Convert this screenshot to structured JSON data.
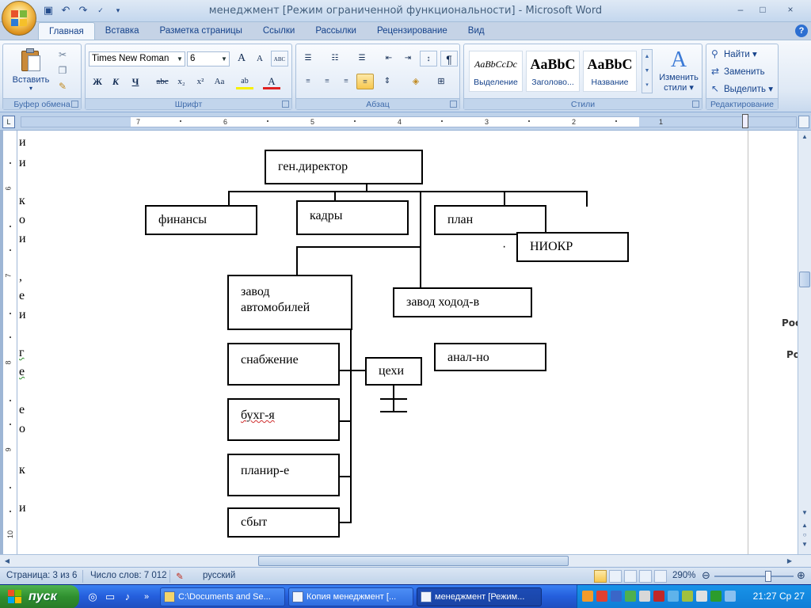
{
  "app": {
    "title": "менеджмент [Режим ограниченной функциональности] - Microsoft Word",
    "window_controls": [
      "–",
      "□",
      "×"
    ],
    "help_label": "?"
  },
  "quick_access": [
    "save-icon",
    "undo-icon",
    "redo-icon",
    "spelling-icon",
    "customize-icon"
  ],
  "tabs": [
    {
      "label": "Главная",
      "active": true
    },
    {
      "label": "Вставка"
    },
    {
      "label": "Разметка страницы"
    },
    {
      "label": "Ссылки"
    },
    {
      "label": "Рассылки"
    },
    {
      "label": "Рецензирование"
    },
    {
      "label": "Вид"
    }
  ],
  "ribbon": {
    "clipboard": {
      "label": "Буфер обмена",
      "paste_label": "Вставить"
    },
    "font": {
      "label": "Шрифт",
      "font_name": "Times New Roman",
      "font_size": "6",
      "grow": "A",
      "shrink": "A",
      "clear": "ABC",
      "bold": "Ж",
      "italic": "К",
      "underline": "Ч",
      "strike": "abc",
      "sub": "x₂",
      "sup": "x²",
      "case": "Aa",
      "highlight": "ab",
      "color": "A"
    },
    "paragraph": {
      "label": "Абзац",
      "pilcrow": "¶"
    },
    "styles": {
      "label": "Стили",
      "items": [
        {
          "sample": "AaBbCcDc",
          "name": "Выделение"
        },
        {
          "sample": "AaBbC",
          "name": "Заголово..."
        },
        {
          "sample": "AaBbC",
          "name": "Название"
        }
      ],
      "change_label_1": "Изменить",
      "change_label_2": "стили"
    },
    "editing": {
      "label": "Редактирование",
      "find": "Найти",
      "replace": "Заменить",
      "select": "Выделить"
    }
  },
  "ruler": {
    "corner": "L",
    "numbers": [
      "7",
      "6",
      "5",
      "4",
      "3",
      "2",
      "1"
    ],
    "vnumbers": [
      "6",
      "7",
      "8",
      "9",
      "10"
    ]
  },
  "document": {
    "side_letters": [
      "и",
      "и",
      "к",
      "о",
      "и",
      ",",
      "е",
      "и",
      "г",
      "е",
      "е",
      "о",
      "к",
      "и"
    ],
    "right_fragments": [
      "Рос",
      "Ро"
    ],
    "diagram": {
      "boxes": {
        "ceo": "ген.директор",
        "finance": "финансы",
        "hr": "кадры",
        "plan": "план",
        "rnd": "НИОКР",
        "auto_plant": "завод",
        "auto_plant_2": "автомобилей",
        "walk_plant": "завод ходод-в",
        "supply": "снабжение",
        "workshops": "цехи",
        "analog": "анал-но",
        "accounting": "бухг-я",
        "planning": "планир-е",
        "sales": "сбыт"
      },
      "dot": "·"
    }
  },
  "status": {
    "page": "Страница: 3 из 6",
    "words": "Число слов: 7 012",
    "language": "русский",
    "zoom": "290%"
  },
  "taskbar": {
    "start": "пуск",
    "tasks": [
      {
        "label": "C:\\Documents and Se..."
      },
      {
        "label": "Копия менеджмент [..."
      },
      {
        "label": "менеджмент [Режим...",
        "active": true
      }
    ],
    "chevron": "»",
    "clock": "21:27 Ср 27"
  }
}
